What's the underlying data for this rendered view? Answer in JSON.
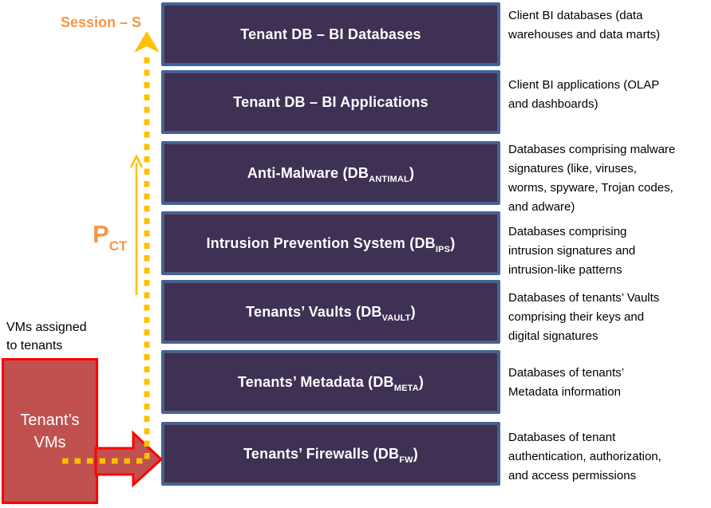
{
  "diagram": {
    "kind": "multi-tenant BI database security stack",
    "colors": {
      "box_fill": "#3e3154",
      "box_border": "#40659a",
      "box_text": "#ffffff",
      "red_box_fill": "#c0514f",
      "red_border": "#fe0000",
      "dotted_arrow_gold": "#ffc000",
      "label_orange": "#f79646",
      "description_text": "#000000"
    },
    "left": {
      "session_label": "Session – S",
      "pct_main": "P",
      "pct_sub": "CT",
      "vms_note": "VMs assigned\nto tenants",
      "tenant_vms_label": "Tenant’s\nVMs"
    },
    "stack": {
      "rows": [
        {
          "label_pre": "Tenant DB – BI Databases",
          "label_sub": "",
          "label_post": "",
          "description": "Client BI databases (data\nwarehouses and data marts)"
        },
        {
          "label_pre": "Tenant DB – BI Applications",
          "label_sub": "",
          "label_post": "",
          "description": "Client BI applications (OLAP\nand dashboards)"
        },
        {
          "label_pre": "Anti-Malware (DB",
          "label_sub": "ANTIMAL",
          "label_post": ")",
          "description": "Databases comprising malware\nsignatures (like, viruses,\nworms, spyware, Trojan codes,\nand adware)"
        },
        {
          "label_pre": "Intrusion Prevention System (DB",
          "label_sub": "IPS",
          "label_post": ")",
          "description": "Databases comprising\nintrusion signatures and\nintrusion-like patterns"
        },
        {
          "label_pre": "Tenants’ Vaults (DB",
          "label_sub": "VAULT",
          "label_post": ")",
          "description": "Databases of tenants’ Vaults\ncomprising their keys and\ndigital signatures"
        },
        {
          "label_pre": "Tenants’ Metadata (DB",
          "label_sub": "META",
          "label_post": ")",
          "description": "Databases of tenants’\nMetadata information"
        },
        {
          "label_pre": "Tenants’ Firewalls (DB",
          "label_sub": "FW",
          "label_post": ")",
          "description": "Databases of tenant\nauthentication, authorization,\nand access permissions"
        }
      ]
    }
  }
}
